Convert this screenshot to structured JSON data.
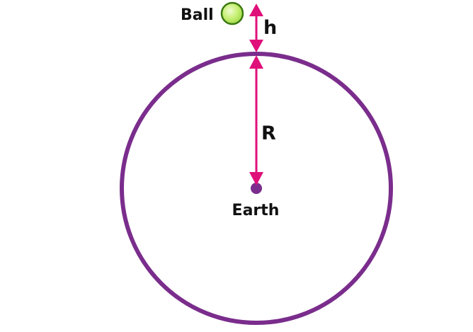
{
  "labels": {
    "ball": "Ball",
    "height": "h",
    "radius": "R",
    "center": "Earth"
  },
  "colors": {
    "earth_outline": "#7a2d8c",
    "earth_center_dot": "#7a2d8c",
    "arrow": "#e0107a",
    "ball_fill": "#c8f075",
    "ball_highlight": "#eefbd0",
    "ball_outline": "#3a7a10",
    "text": "#111111"
  }
}
